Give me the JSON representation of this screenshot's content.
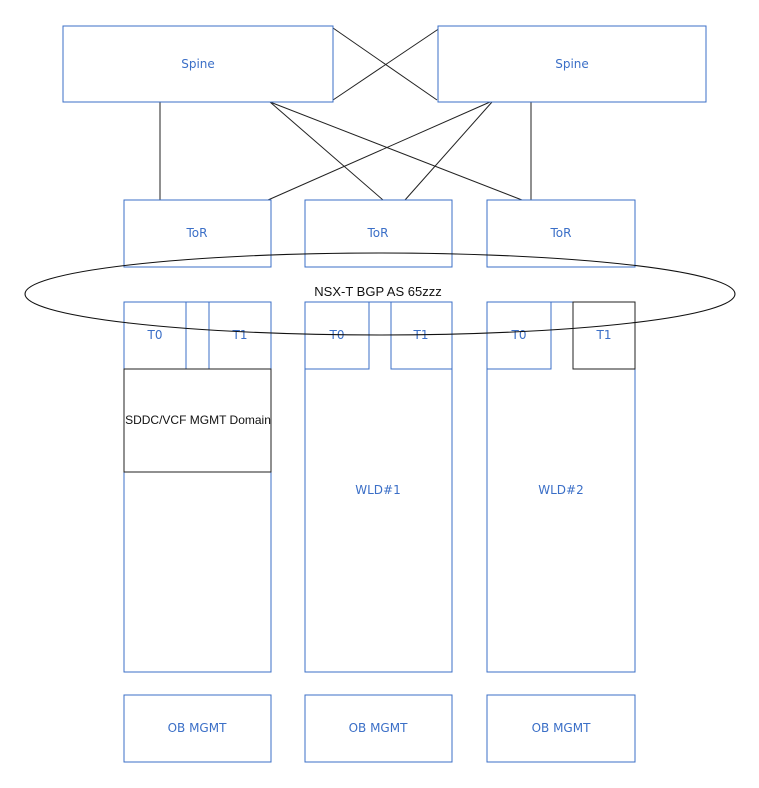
{
  "spines": [
    {
      "label": "Spine"
    },
    {
      "label": "Spine"
    }
  ],
  "tors": [
    {
      "label": "ToR"
    },
    {
      "label": "ToR"
    },
    {
      "label": "ToR"
    }
  ],
  "bgp_ring": {
    "label": "NSX-T BGP AS 65zzz"
  },
  "domains": [
    {
      "t0": "T0",
      "t1": "T1",
      "mgmt_domain": "SDDC/VCF MGMT Domain",
      "oob": "OB MGMT"
    },
    {
      "t0": "T0",
      "t1": "T1",
      "workload": "WLD#1",
      "oob": "OB MGMT"
    },
    {
      "t0": "T0",
      "t1": "T1",
      "workload": "WLD#2",
      "oob": "OB MGMT"
    }
  ],
  "colors": {
    "accent": "#3b6fc7",
    "line": "#222222"
  }
}
